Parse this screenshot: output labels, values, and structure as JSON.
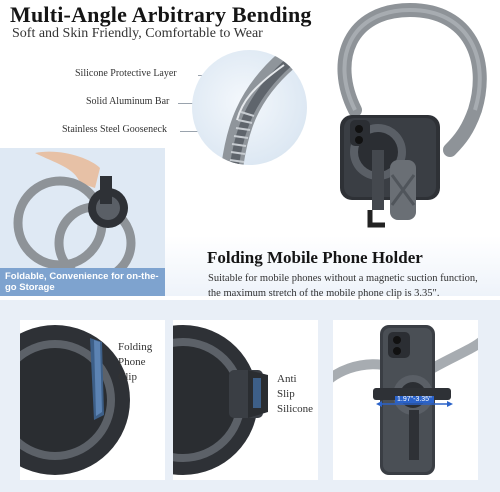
{
  "header": {
    "title": "Multi-Angle Arbitrary Bending",
    "subtitle": "Soft and Skin Friendly, Comfortable to Wear"
  },
  "layers": [
    {
      "label": "Silicone Protective Layer"
    },
    {
      "label": "Solid Aluminum Bar"
    },
    {
      "label": "Stainless Steel Gooseneck"
    }
  ],
  "left_photo": {
    "caption": "Foldable, Convenience for on-the-go Storage"
  },
  "holder_section": {
    "title": "Folding Mobile Phone Holder",
    "description": "Suitable for mobile phones without a magnetic suction function, the maximum stretch of the mobile phone clip is 3.35\"."
  },
  "cards": [
    {
      "label": "Folding Phone Clip"
    },
    {
      "label": "Anti Slip Silicone"
    },
    {
      "dimension": "1.97\"-3.35\""
    }
  ],
  "colors": {
    "band_gray": "#8e9398",
    "clip_blue": "#3d5f88",
    "caption_blue": "#7ea3cf",
    "dimension_blue": "#2a62c9",
    "dark_metal": "#2e3136"
  }
}
